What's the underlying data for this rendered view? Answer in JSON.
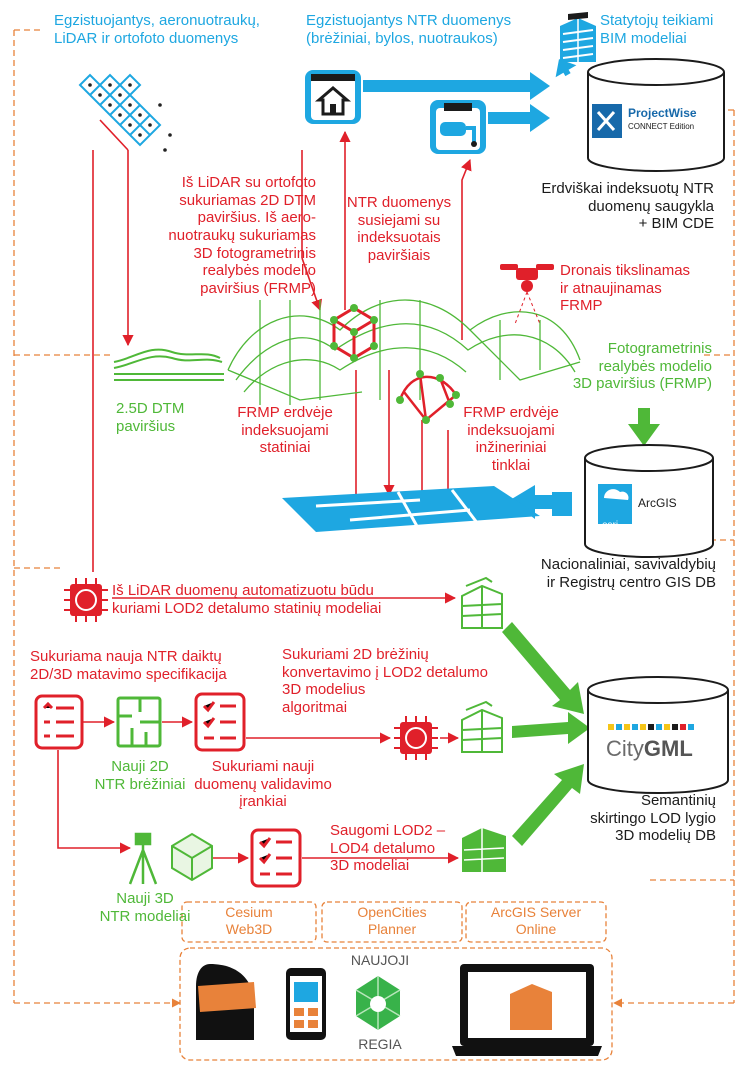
{
  "sources": {
    "aerial": "Egzistuojantys, aeronuotraukų,\nLiDAR ir ortofoto duomenys",
    "ntr_data": "Egzistuojantys NTR duomenys\n(brėžiniai, bylos, nuotraukos)",
    "bim": "Statytojų teikiami\nBIM modeliai"
  },
  "projectwise": {
    "logo_main": "ProjectWise",
    "logo_sub": "CONNECT Edition",
    "caption": "Erdviškai indeksuotų NTR\nduomenų saugykla\n+ BIM CDE"
  },
  "lidar_process": "Iš LiDAR su ortofoto\nsukuriamas 2D DTM\npaviršius. Iš aero-\nnuotraukų sukuriamas\n3D fotogrametrinis\nrealybės modelio\npaviršius (FRMP)",
  "ntr_linked": "NTR duomenys\nsusiejami su\nindeksuotais\npaviršiais",
  "drone": "Dronais tikslinamas\nir atnaujinamas\nFRMP",
  "frmp_surface": "Fotogrametrinis\nrealybės modelio\n3D paviršius (FRMP)",
  "dtm": "2.5D DTM\npaviršius",
  "frmp_buildings": "FRMP erdvėje\nindeksuojami\nstatiniai",
  "frmp_networks": "FRMP erdvėje\nindeksuojami\ninžineriniai\ntinklai",
  "arcgis": {
    "esri": "esri",
    "logo": "ArcGIS",
    "caption": "Nacionaliniai, savivaldybių\nir Registrų centro GIS DB"
  },
  "lod2_auto": "Iš LiDAR duomenų automatizuotu būdu\nkuriami LOD2 detalumo statinių modeliai",
  "new_spec": "Sukuriama nauja NTR daiktų\n2D/3D matavimo specifikacija",
  "conversion": "Sukuriami 2D brėžinių\nkonvertavimo į LOD2 detalumo\n3D modelius\nalgoritmai",
  "new_2d": "Nauji 2D\nNTR brėžiniai",
  "validation": "Sukuriami nauji\nduomenų validavimo\nįrankiai",
  "stored_lod": "Saugomi LOD2 –\nLOD4 detalumo\n3D modeliai",
  "new_3d": "Nauji 3D\nNTR modeliai",
  "citygml": {
    "logo_a": "City",
    "logo_b": "GML",
    "caption": "Semantinių\nskirtingo LOD lygio\n3D modelių DB"
  },
  "platforms": [
    "Cesium\nWeb3D",
    "OpenCities\nPlanner",
    "ArcGIS Server\nOnline"
  ],
  "regia": {
    "top": "NAUJOJI",
    "bottom": "REGIA"
  },
  "colors": {
    "blue": "#1ea7e1",
    "red": "#e0202a",
    "green": "#4fb838",
    "orange": "#e8823a",
    "dark": "#1b1b1b"
  },
  "icons": [
    "point-grid-icon",
    "house-plan-icon",
    "pipe-plan-icon",
    "bim-building-icon",
    "database-icon",
    "wireframe-cube-icon",
    "drone-icon",
    "chip-icon",
    "checklist-icon",
    "floorplan-icon",
    "surveyor-tripod-icon",
    "cube-model-icon",
    "building-model-icon",
    "vr-headset-icon",
    "smartphone-icon",
    "laptop-icon"
  ]
}
